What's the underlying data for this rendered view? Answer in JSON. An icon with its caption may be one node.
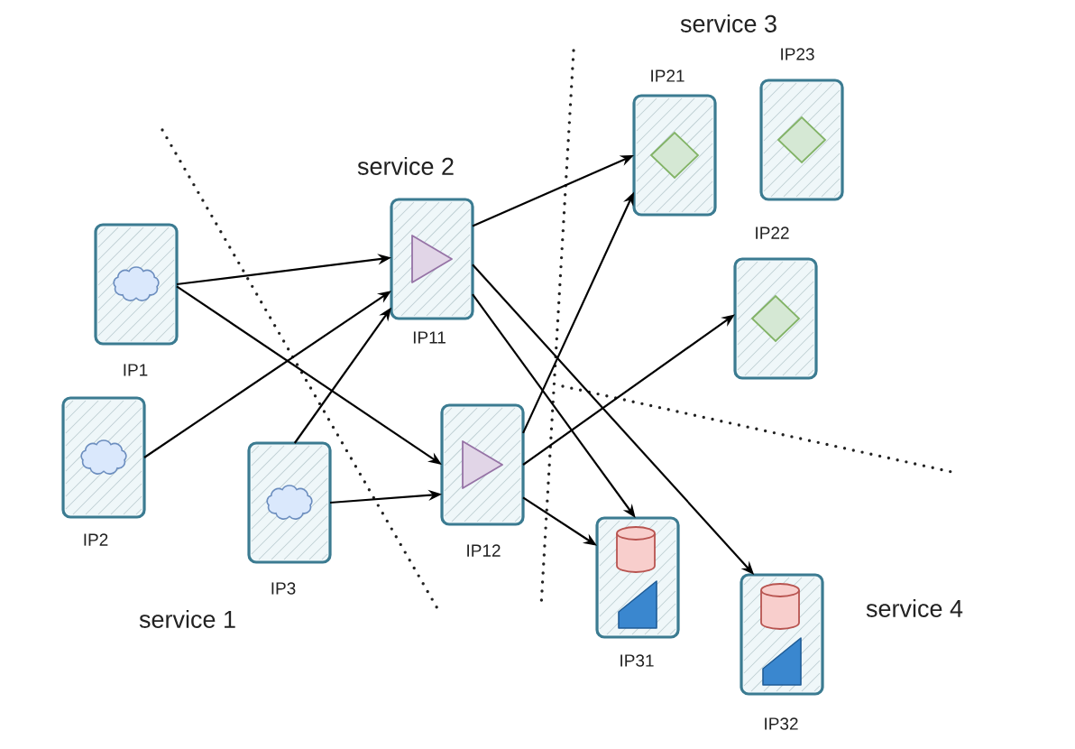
{
  "diagram": {
    "nodes": [
      {
        "text": [
          "IP1"
        ]
      },
      {
        "text": [
          "IP2"
        ]
      },
      {
        "text": [
          "IP3"
        ]
      },
      {
        "text": [
          "IP11"
        ]
      },
      {
        "text": [
          "IP12"
        ]
      },
      {
        "text": [
          "IP21"
        ]
      },
      {
        "text": [
          "IP23"
        ]
      },
      {
        "text": [
          "IP22"
        ]
      },
      {
        "text": [
          "IP31"
        ]
      },
      {
        "text": [
          "IP32"
        ]
      }
    ],
    "edges": [
      {
        "from": 0,
        "to": 3,
        "arrow": "to"
      },
      {
        "from": 0,
        "to": 4,
        "arrow": "to"
      },
      {
        "from": 1,
        "to": 3,
        "arrow": "to"
      },
      {
        "from": 2,
        "to": 3,
        "arrow": "to"
      },
      {
        "from": 2,
        "to": 4,
        "arrow": "to"
      },
      {
        "from": 3,
        "to": 5,
        "arrow": "to"
      },
      {
        "from": 3,
        "to": 8,
        "arrow": "to"
      },
      {
        "from": 3,
        "to": 9,
        "arrow": "to"
      },
      {
        "from": 4,
        "to": 5,
        "arrow": "to"
      },
      {
        "from": 4,
        "to": 7,
        "arrow": "to"
      },
      {
        "from": 4,
        "to": 8,
        "arrow": "to"
      }
    ],
    "labels": [
      "service 3",
      "service 2",
      "service 1",
      "service 4"
    ]
  }
}
